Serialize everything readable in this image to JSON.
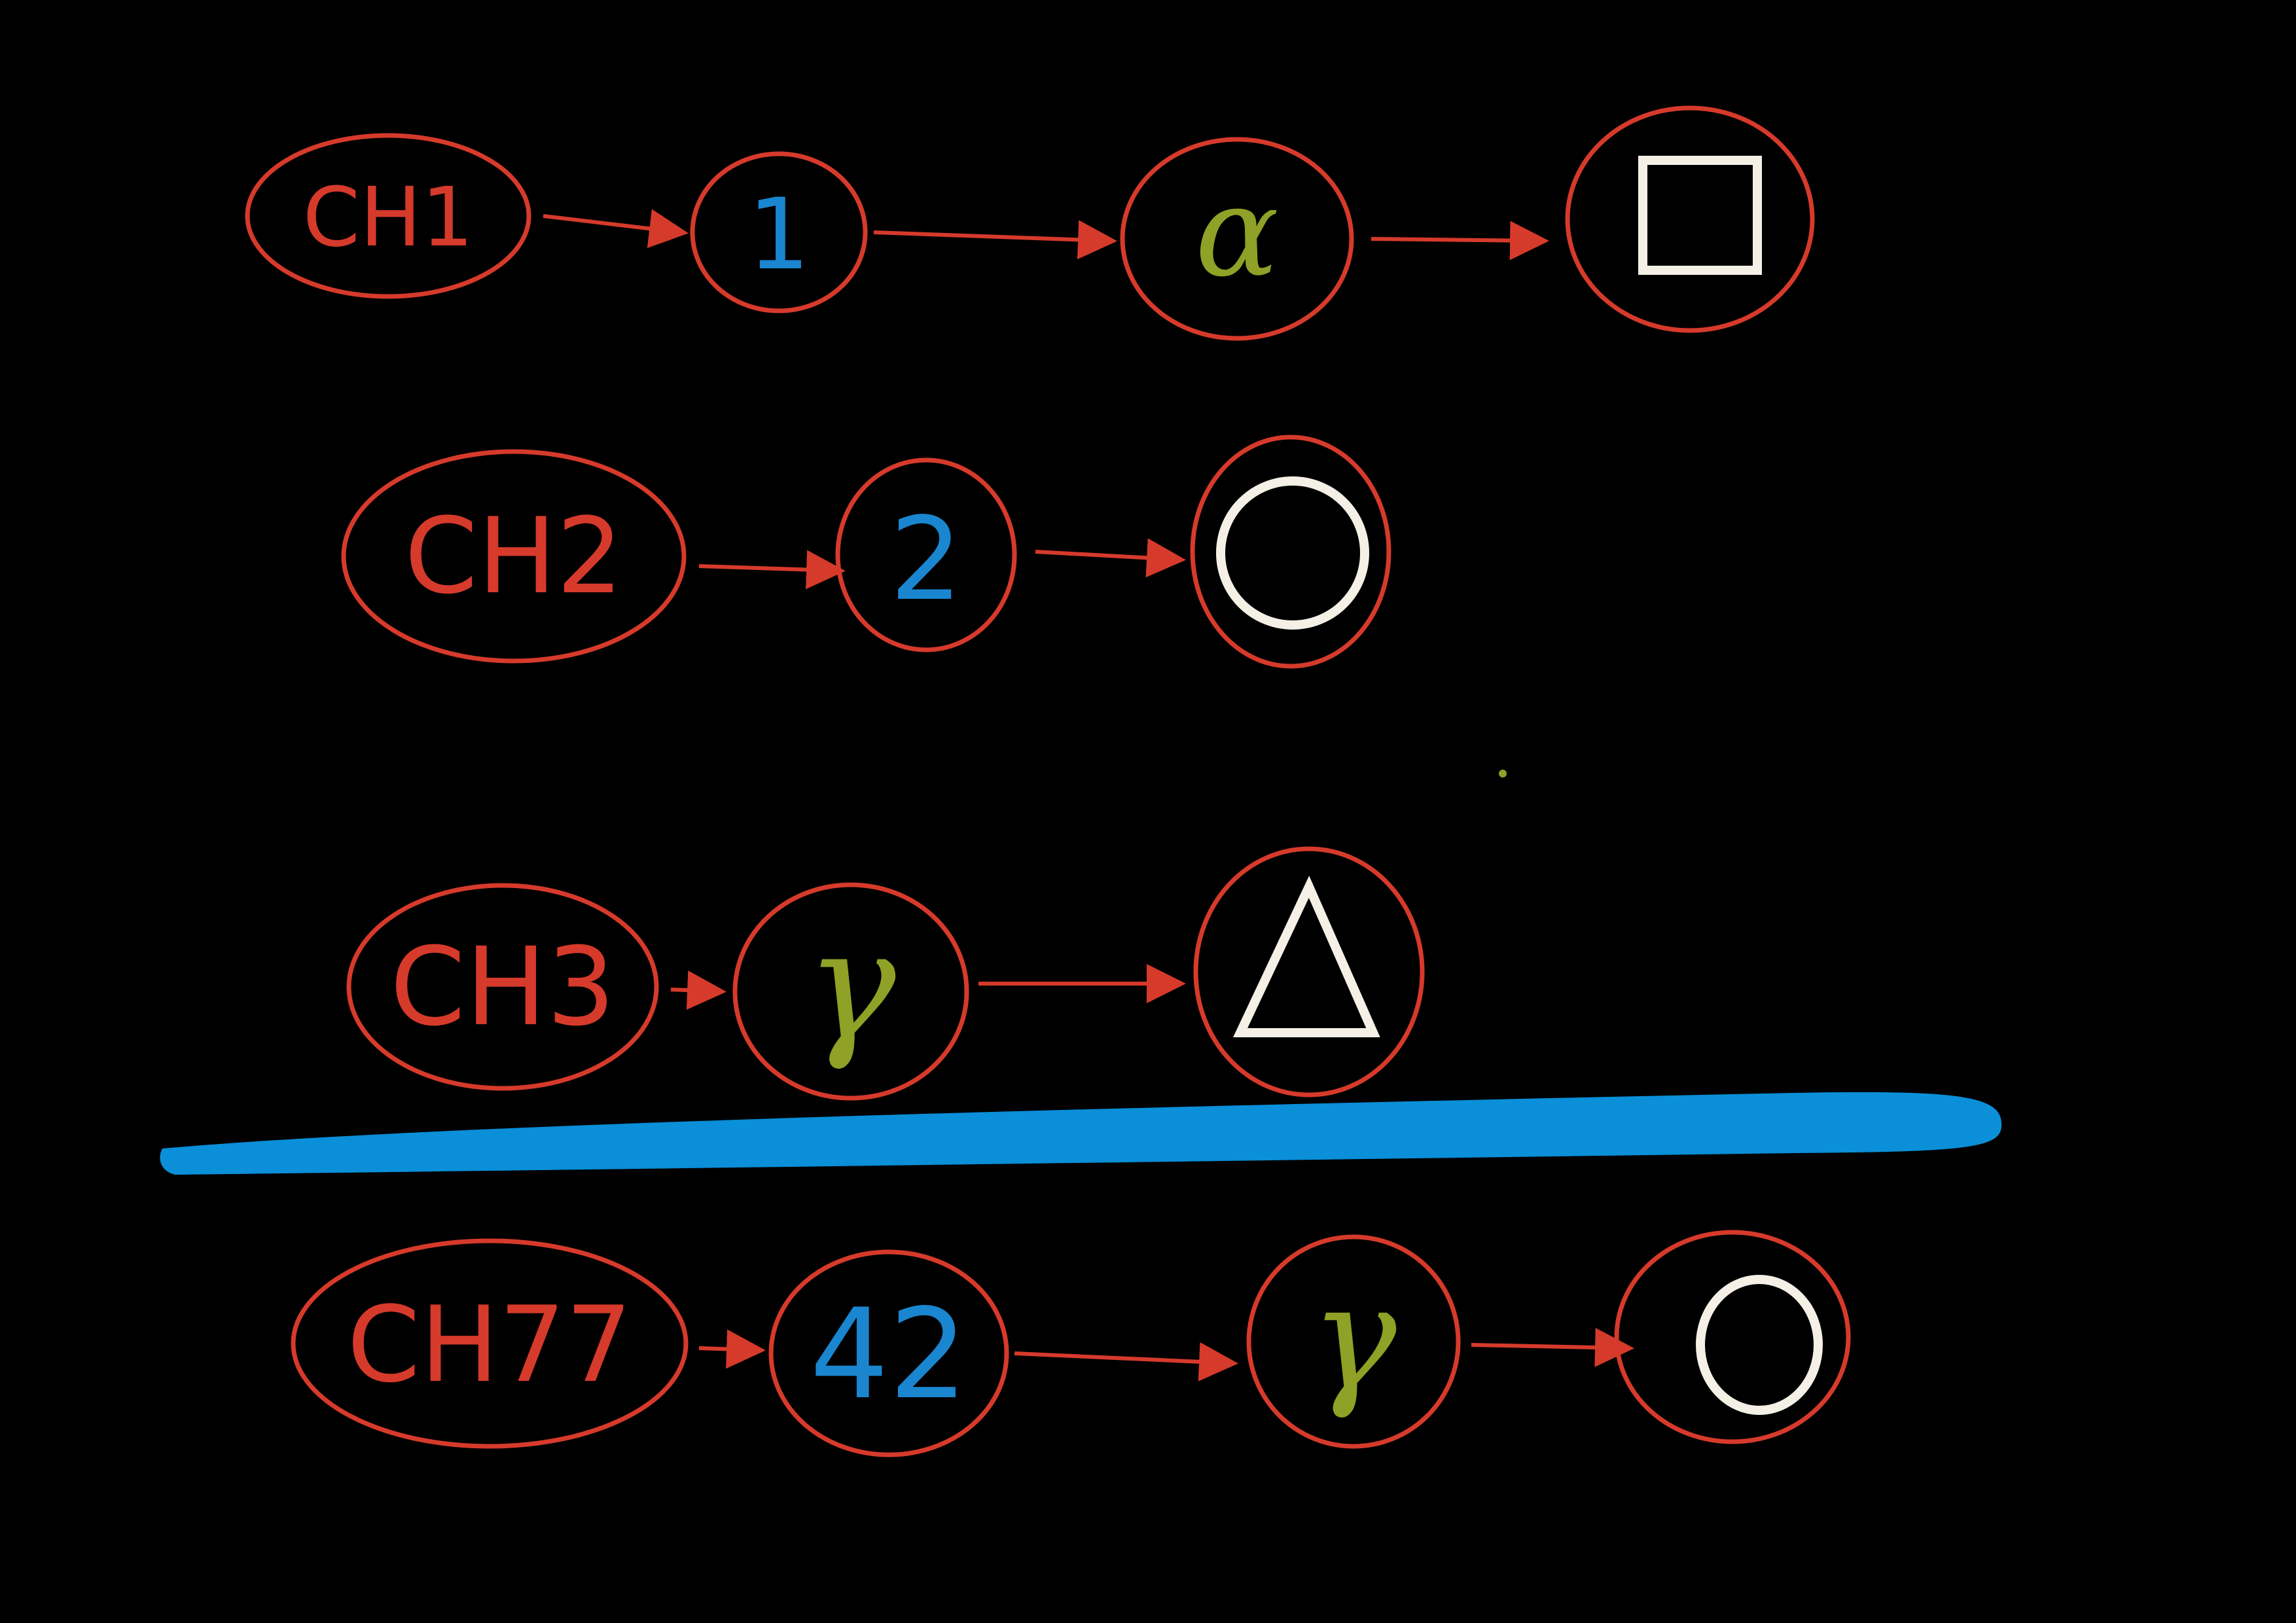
{
  "colors": {
    "background": "#000000",
    "node_outline": "#d63a2b",
    "arrow": "#d63a2b",
    "chain_label": "#d63a2b",
    "number": "#1a86d0",
    "greek": "#8fa126",
    "shape": "#f4f0e6",
    "divider": "#0a8fd8"
  },
  "chains": [
    {
      "label": "CH1",
      "steps": [
        {
          "kind": "number",
          "text": "1"
        },
        {
          "kind": "greek",
          "text": "α"
        },
        {
          "kind": "shape",
          "shape": "square"
        }
      ]
    },
    {
      "label": "CH2",
      "steps": [
        {
          "kind": "number",
          "text": "2"
        },
        {
          "kind": "shape",
          "shape": "circle"
        }
      ]
    },
    {
      "label": "CH3",
      "steps": [
        {
          "kind": "greek",
          "text": "γ"
        },
        {
          "kind": "shape",
          "shape": "triangle"
        }
      ]
    },
    {
      "label": "CH77",
      "steps": [
        {
          "kind": "number",
          "text": "42"
        },
        {
          "kind": "greek",
          "text": "γ"
        },
        {
          "kind": "shape",
          "shape": "circle"
        }
      ]
    }
  ],
  "divider": {
    "after_chain": 3
  }
}
